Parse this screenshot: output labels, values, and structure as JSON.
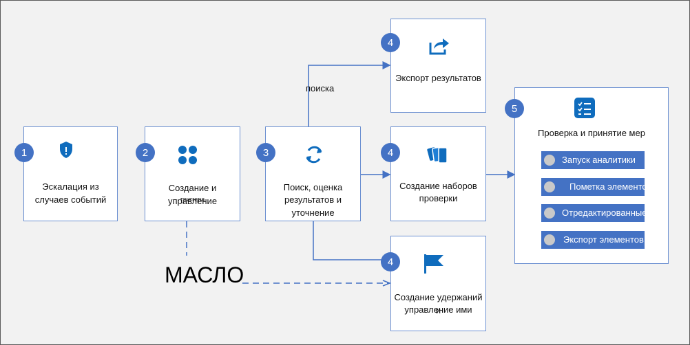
{
  "badges": {
    "b1": "1",
    "b2": "2",
    "b3": "3",
    "b4_export": "4",
    "b4_review": "4",
    "b4_hold": "4",
    "b5": "5"
  },
  "nodes": {
    "escalation": {
      "line1": "Эскалация из",
      "line2": "случаев событий",
      "icon": "shield-icon"
    },
    "create_manage": {
      "line1": "Создание и управление",
      "line2": "триггера",
      "icon": "apps-grid-icon"
    },
    "search": {
      "line1": "Поиск, оценка",
      "line2": "результатов и уточнение",
      "icon": "refresh-icon"
    },
    "export": {
      "line1": "Экспорт результатов",
      "icon": "share-icon"
    },
    "review_sets": {
      "line1": "Создание наборов",
      "line2": "проверки",
      "icon": "stack-icon"
    },
    "holds": {
      "line1": "Создание удержаний и",
      "line2": "управление ими",
      "icon": "flag-icon"
    },
    "review_act": {
      "title": "Проверка и принятие мер",
      "icon": "checklist-icon",
      "items": [
        "Запуск аналитики",
        "Пометка элементо",
        "Отредактированные",
        "Экспорт элементов"
      ]
    }
  },
  "annotations": {
    "search_label": "поиска",
    "oil_label": "МАСЛО"
  },
  "colors": {
    "accent": "#4472c4",
    "icon_blue": "#0f6cbd",
    "box_border": "#6b8fd1",
    "background": "#f2f2f2"
  }
}
